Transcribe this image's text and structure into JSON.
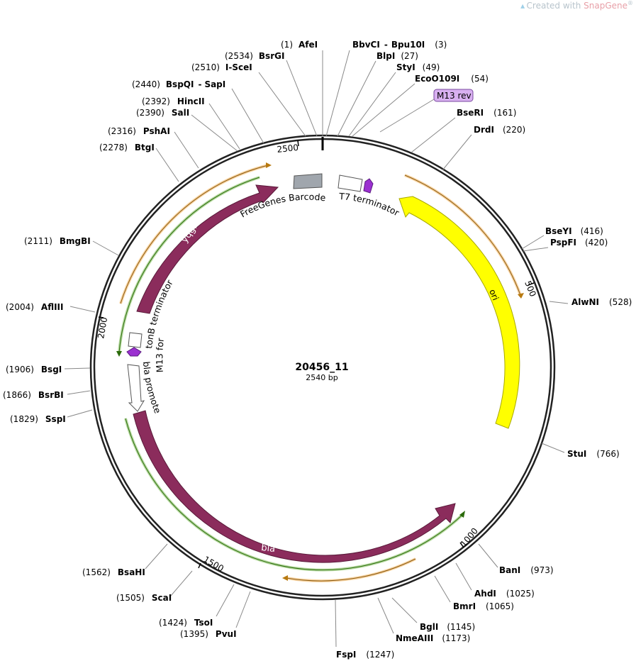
{
  "watermark": {
    "prefix": "Created with ",
    "brand": "SnapGene",
    "mark": "®"
  },
  "plasmid": {
    "name": "20456_11",
    "size_label": "2540 bp",
    "length": 2540
  },
  "ruler": {
    "major_ticks": [
      "500",
      "1000",
      "1500",
      "2000",
      "2500"
    ]
  },
  "colors": {
    "backbone": "#222222",
    "bla": "#8b2c5c",
    "ori": "#ffff00",
    "primer": "#9b30d0",
    "primer_label_bg": "#d8b0f0",
    "barcode": "#a0a6ad",
    "orf_orange": "#f0a030",
    "orf_green": "#5fae2e"
  },
  "features": [
    {
      "id": "bla",
      "label": "bla",
      "type": "cds"
    },
    {
      "id": "yqgf",
      "label": "yqgF",
      "type": "cds"
    },
    {
      "id": "ori",
      "label": "ori",
      "type": "rep_origin"
    },
    {
      "id": "barcode",
      "label": "FreeGenes Barcode",
      "type": "misc"
    },
    {
      "id": "t7term",
      "label": "T7 terminator",
      "type": "terminator"
    },
    {
      "id": "tonb",
      "label": "tonB terminator",
      "type": "terminator"
    },
    {
      "id": "blaprom",
      "label": "bla promoter",
      "type": "promoter"
    },
    {
      "id": "m13for",
      "label": "M13 for",
      "type": "primer"
    },
    {
      "id": "m13rev",
      "label": "M13 rev",
      "type": "primer"
    }
  ],
  "sites": [
    {
      "name": "AfeI",
      "pos": "(1)"
    },
    {
      "name": "BbvCI",
      "sep": "-",
      "name2": "Bpu10I",
      "pos": "(3)"
    },
    {
      "name": "BlpI",
      "pos": "(27)"
    },
    {
      "name": "StyI",
      "pos": "(49)"
    },
    {
      "name": "EcoO109I",
      "pos": "(54)"
    },
    {
      "name": "BseRI",
      "pos": "(161)"
    },
    {
      "name": "DrdI",
      "pos": "(220)"
    },
    {
      "name": "BseYI",
      "pos": "(416)"
    },
    {
      "name": "PspFI",
      "pos": "(420)"
    },
    {
      "name": "AlwNI",
      "pos": "(528)"
    },
    {
      "name": "StuI",
      "pos": "(766)"
    },
    {
      "name": "BanI",
      "pos": "(973)"
    },
    {
      "name": "AhdI",
      "pos": "(1025)"
    },
    {
      "name": "BmrI",
      "pos": "(1065)"
    },
    {
      "name": "BglI",
      "pos": "(1145)"
    },
    {
      "name": "NmeAIII",
      "pos": "(1173)"
    },
    {
      "name": "FspI",
      "pos": "(1247)"
    },
    {
      "name": "PvuI",
      "pos": "(1395)"
    },
    {
      "name": "TsoI",
      "pos": "(1424)"
    },
    {
      "name": "ScaI",
      "pos": "(1505)"
    },
    {
      "name": "BsaHI",
      "pos": "(1562)"
    },
    {
      "name": "SspI",
      "pos": "(1829)"
    },
    {
      "name": "BsrBI",
      "pos": "(1866)"
    },
    {
      "name": "BsgI",
      "pos": "(1906)"
    },
    {
      "name": "AflIII",
      "pos": "(2004)"
    },
    {
      "name": "BmgBI",
      "pos": "(2111)"
    },
    {
      "name": "BtgI",
      "pos": "(2278)"
    },
    {
      "name": "PshAI",
      "pos": "(2316)"
    },
    {
      "name": "SalI",
      "pos": "(2390)"
    },
    {
      "name": "HincII",
      "pos": "(2392)"
    },
    {
      "name": "BspQI",
      "sep": "-",
      "name2": "SapI",
      "pos": "(2440)"
    },
    {
      "name": "I-SceI",
      "pos": "(2510)"
    },
    {
      "name": "BsrGI",
      "pos": "(2534)"
    }
  ]
}
